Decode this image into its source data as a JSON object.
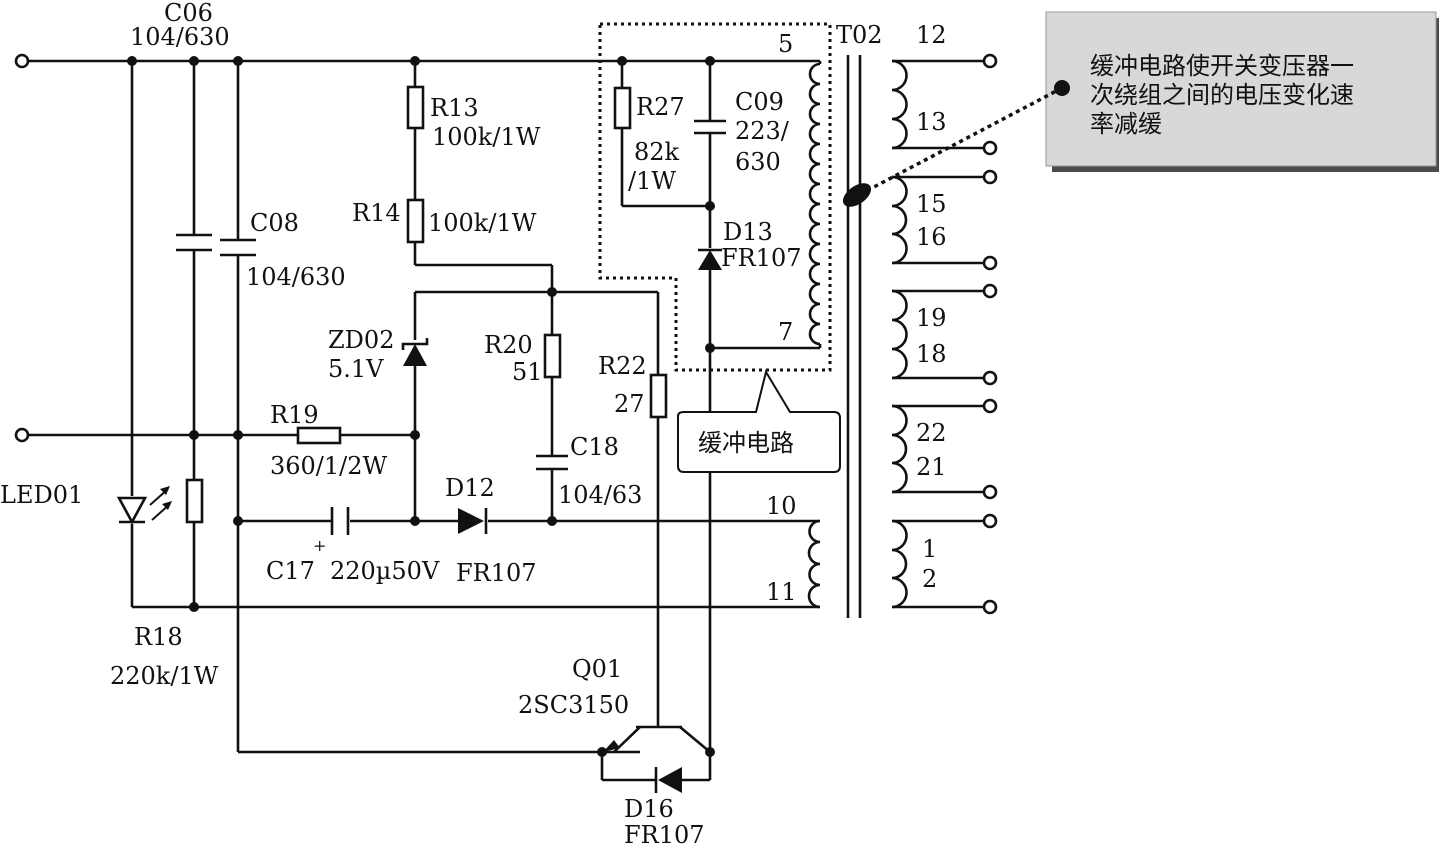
{
  "components": {
    "c06": {
      "name": "C06",
      "value": "104/630"
    },
    "c08": {
      "name": "C08",
      "value": "104/630"
    },
    "r13": {
      "name": "R13",
      "value": "100k/1W"
    },
    "r14": {
      "name": "R14",
      "value": "100k/1W"
    },
    "r27": {
      "name": "R27",
      "value_a": "82k",
      "value_b": "/1W"
    },
    "c09": {
      "name": "C09",
      "value_a": "223/",
      "value_b": "630"
    },
    "d13": {
      "name": "D13",
      "value": "FR107"
    },
    "t02": {
      "name": "T02"
    },
    "zd02": {
      "name": "ZD02",
      "value": "5.1V"
    },
    "r20": {
      "name": "R20",
      "value": "51"
    },
    "r22": {
      "name": "R22",
      "value": "27"
    },
    "r19": {
      "name": "R19",
      "value": "360/1/2W"
    },
    "c18": {
      "name": "C18",
      "value": "104/63"
    },
    "d12": {
      "name": "D12",
      "value": "FR107"
    },
    "c17": {
      "name": "C17",
      "value": "220µ50V",
      "polarity": "+"
    },
    "led01": {
      "name": "LED01"
    },
    "r18": {
      "name": "R18",
      "value": "220k/1W"
    },
    "q01": {
      "name": "Q01",
      "value": "2SC3150"
    },
    "d16": {
      "name": "D16",
      "value": "FR107"
    }
  },
  "pins": {
    "p5": "5",
    "p7": "7",
    "p10": "10",
    "p11": "11",
    "p12": "12",
    "p13": "13",
    "p15": "15",
    "p16": "16",
    "p19": "19",
    "p18": "18",
    "p22": "22",
    "p21": "21",
    "p1": "1",
    "p2": "2"
  },
  "annotations": {
    "callout_lines": [
      "缓冲电路使开关变压器一",
      "次绕组之间的电压变化速",
      "率减缓"
    ],
    "snubber_label": "缓冲电路"
  }
}
